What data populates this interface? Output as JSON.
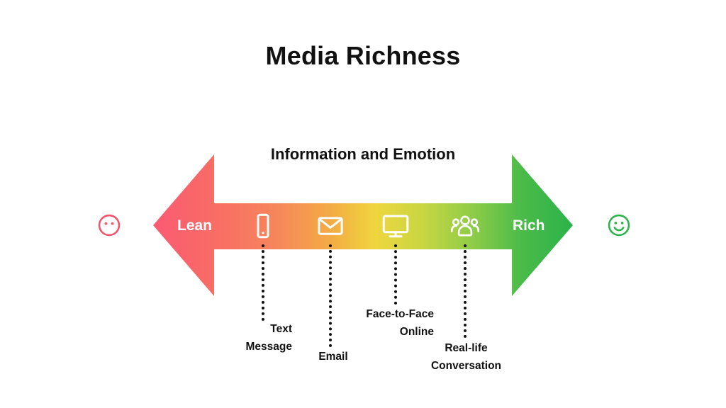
{
  "page": {
    "title": "Media Richness",
    "subtitle": "Information and Emotion",
    "background": "#FFFFFF",
    "text_color": "#111111"
  },
  "scale": {
    "left_end_label": "Lean",
    "right_end_label": "Rich",
    "left_color": "#FA5A72",
    "right_color": "#2CB34A",
    "gradient_stops": [
      "#FA5A72",
      "#F6815C",
      "#F4B03F",
      "#EFD63F",
      "#BFD340",
      "#7FC84A",
      "#2CB34A"
    ],
    "label_color": "#FFFFFF"
  },
  "badges": {
    "left": {
      "icon": "neutral-face-icon",
      "color": "#F5536B"
    },
    "right": {
      "icon": "smiley-face-icon",
      "color": "#2CB34A"
    }
  },
  "media": [
    {
      "icon": "mobile-phone-icon",
      "label_lines": [
        "Text",
        "Message"
      ],
      "label_align": "right"
    },
    {
      "icon": "envelope-icon",
      "label_lines": [
        "Email"
      ],
      "label_align": "center"
    },
    {
      "icon": "monitor-icon",
      "label_lines": [
        "Face-to-Face",
        "Online"
      ],
      "label_align": "right"
    },
    {
      "icon": "people-group-icon",
      "label_lines": [
        "Real-life",
        "Conversation"
      ],
      "label_align": "center"
    }
  ]
}
